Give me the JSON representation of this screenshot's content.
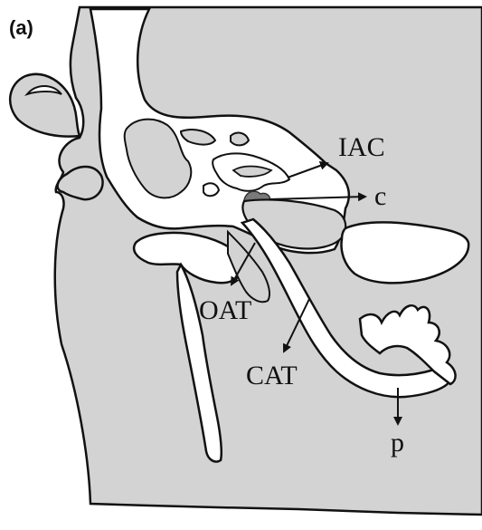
{
  "panel_label": "(a)",
  "labels": {
    "iac": "IAC",
    "c": "c",
    "oat": "OAT",
    "cat": "CAT",
    "p": "p"
  },
  "colors": {
    "tissue": "#d3d3d3",
    "cavity": "#ffffff",
    "outline": "#111111",
    "lesion": "#7a7a7a"
  }
}
